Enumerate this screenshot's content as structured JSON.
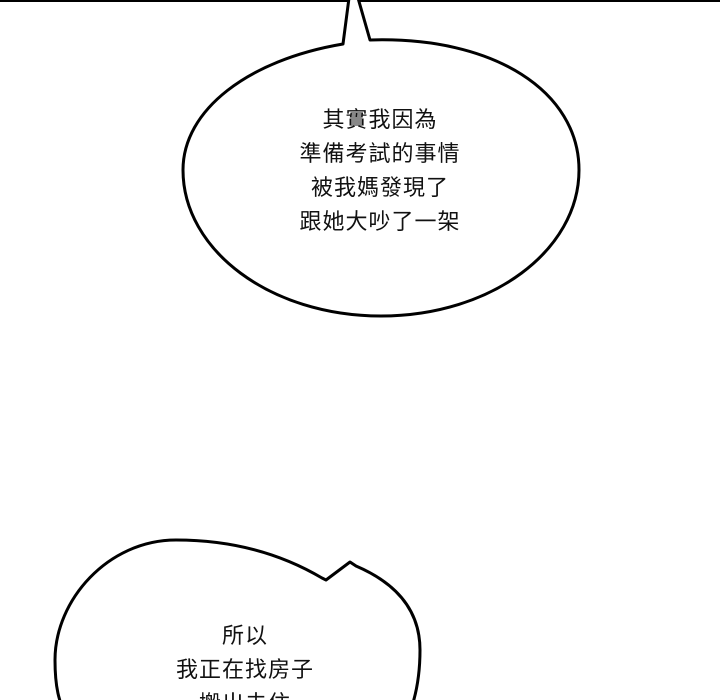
{
  "panel": {
    "background_color": "#ffffff",
    "ink_color": "#000000"
  },
  "bubble_1": {
    "lines": [
      "其實我因為",
      "準備考試的事情",
      "被我媽發現了",
      "跟她大吵了一架"
    ]
  },
  "bubble_2": {
    "lines": [
      "所以",
      "我正在找房子",
      "搬出去住"
    ]
  }
}
